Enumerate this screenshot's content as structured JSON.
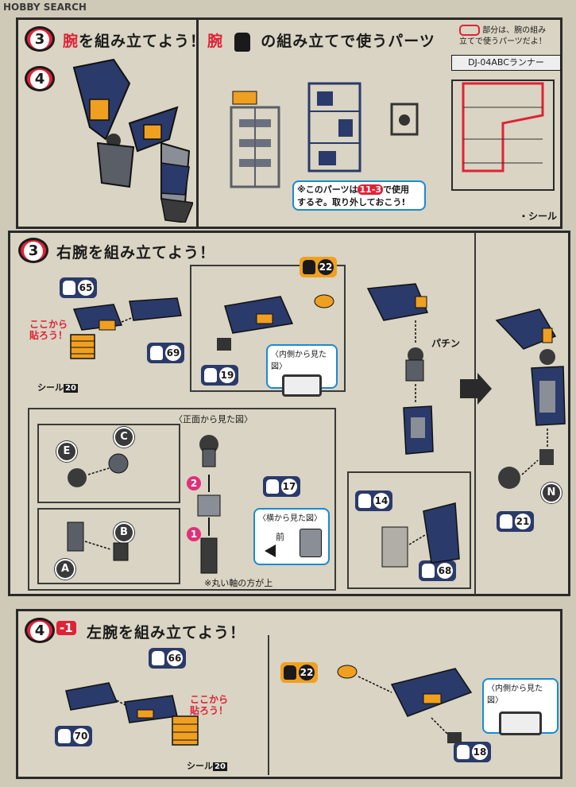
{
  "watermark": "HOBBY SEARCH",
  "top": {
    "step_a": "3",
    "step_b": "4",
    "title_prefix": "腕",
    "title_suffix": "を組み立てよう！",
    "parts_title_prefix": "腕",
    "parts_title_suffix": "の組み立てで使うパーツ",
    "runner_note_line1": "部分は、腕の組み",
    "runner_note_line2": "立てで使うパーツだよ！",
    "runner_name": "DJ-04ABCランナー",
    "bubble_line1": "※このパーツは",
    "bubble_ref": "11-3",
    "bubble_line1_end": "で使用",
    "bubble_line2": "するぞ。取り外しておこう!",
    "seal_label": "・シール"
  },
  "mid": {
    "step": "3",
    "title": "右腕を組み立てよう！",
    "parts": [
      "65",
      "69",
      "22",
      "19",
      "17",
      "14",
      "68",
      "21"
    ],
    "sticker_note_line1": "ここから",
    "sticker_note_line2": "貼ろう！",
    "seal_label": "シール",
    "seal_num": "20",
    "inner_view": "〈内側から見た図〉",
    "front_view": "〈正面から見た図〉",
    "side_view": "〈横から見た図〉",
    "front_label": "前",
    "round_axis_note": "※丸い軸の方が上",
    "snap_sound": "パチン",
    "letters": [
      "E",
      "C",
      "A",
      "B",
      "N"
    ],
    "order_1": "1",
    "order_2": "2"
  },
  "bottom": {
    "step": "4",
    "step_suffix": "-1",
    "title": "左腕を組み立てよう！",
    "parts": [
      "66",
      "70",
      "22",
      "18"
    ],
    "sticker_note_line1": "ここから",
    "sticker_note_line2": "貼ろう！",
    "seal_label": "シール",
    "seal_num": "20",
    "inner_view": "〈内側から見た図〉"
  },
  "colors": {
    "navy": "#2a3a6a",
    "orange": "#f0a020",
    "red": "#e02236",
    "green_runner": "#4a6a4a",
    "gray_part": "#5a5e66",
    "blue_bubble": "#1a8ad4"
  }
}
